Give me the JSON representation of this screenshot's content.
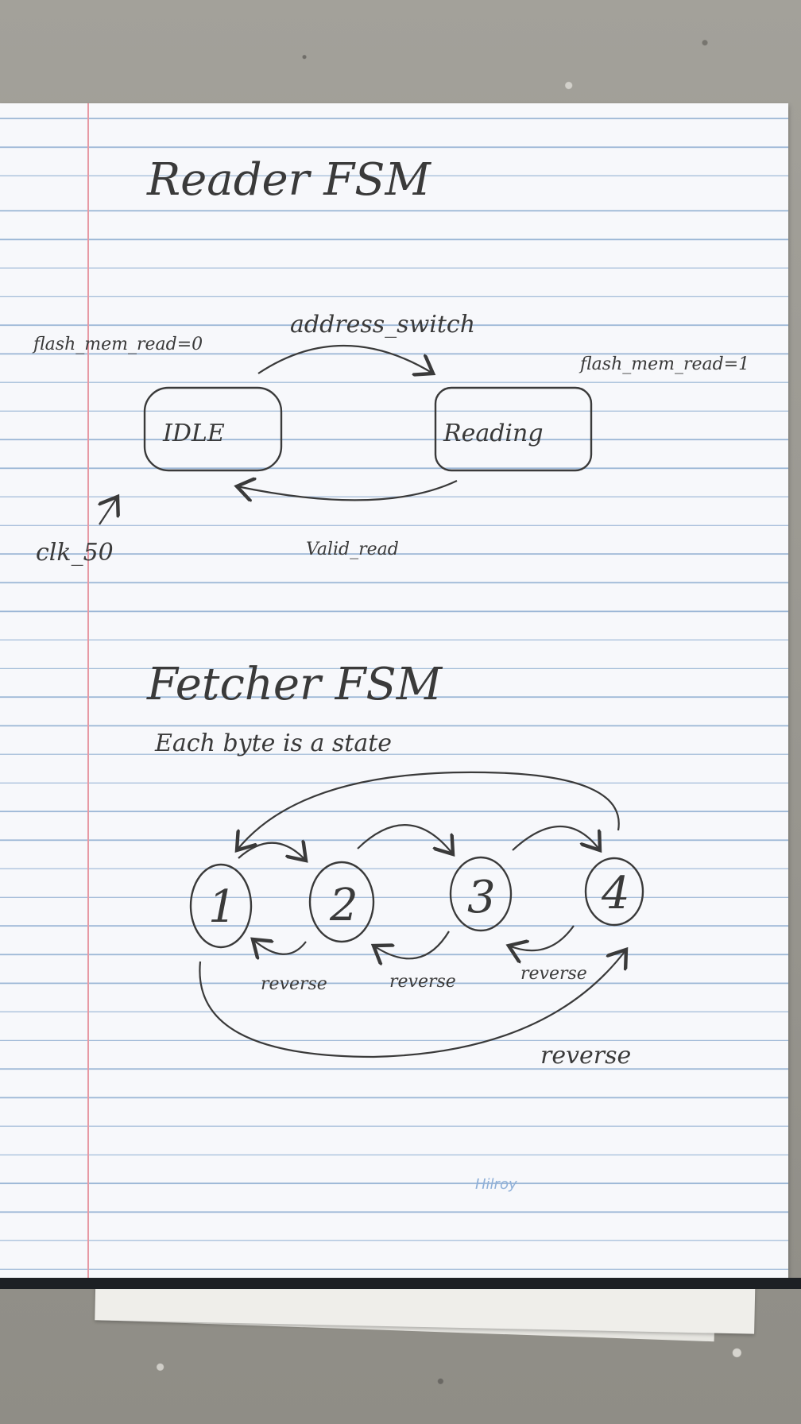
{
  "reader": {
    "title": "Reader FSM",
    "idle_action": "flash_mem_read=0",
    "reading_action": "flash_mem_read=1",
    "states": {
      "idle": "IDLE",
      "reading": "Reading"
    },
    "transitions": {
      "to_reading": "address_switch",
      "to_idle": "Valid_read"
    },
    "clock": "clk_50"
  },
  "fetcher": {
    "title": "Fetcher FSM",
    "subtitle": "Each byte is a state",
    "states": [
      "1",
      "2",
      "3",
      "4"
    ],
    "reverse_labels": [
      "reverse",
      "reverse",
      "reverse"
    ],
    "reverse_wrap": "reverse"
  },
  "paper": {
    "brand": "Hilroy"
  }
}
